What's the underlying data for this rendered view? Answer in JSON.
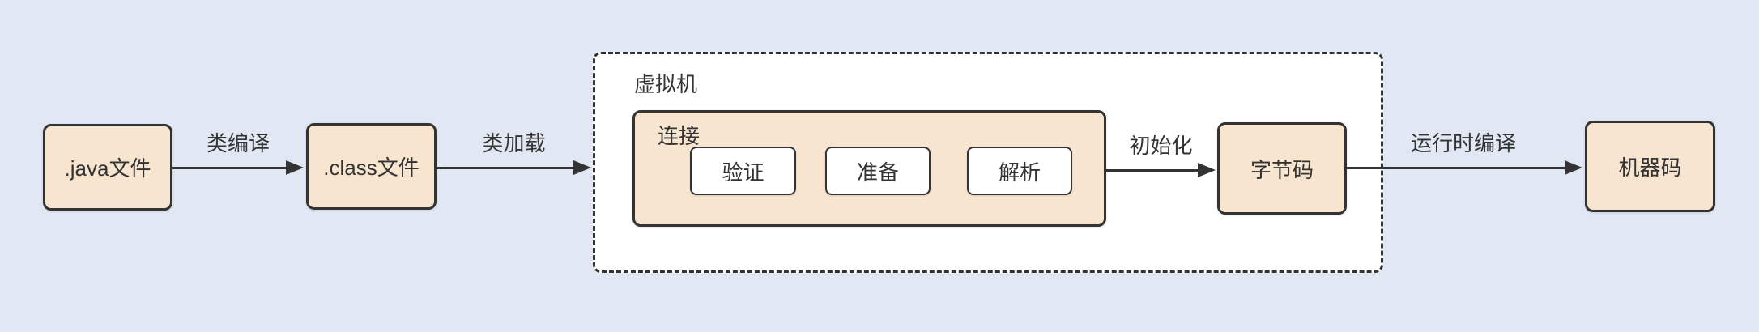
{
  "diagram": {
    "description": "Java class loading and compilation flow",
    "colors": {
      "background": "#e1e8f3",
      "node_fill": "#f7e5d0",
      "inner_node_fill": "#ffffff",
      "container_fill": "#ffffff",
      "stroke": "#333333",
      "text": "#333333"
    },
    "nodes": {
      "java_file": {
        "label": ".java文件"
      },
      "class_file": {
        "label": ".class文件"
      },
      "vm_container": {
        "label": "虚拟机"
      },
      "link_group": {
        "label": "连接"
      },
      "verify": {
        "label": "验证"
      },
      "prepare": {
        "label": "准备"
      },
      "resolve": {
        "label": "解析"
      },
      "bytecode": {
        "label": "字节码"
      },
      "machine_code": {
        "label": "机器码"
      }
    },
    "edges": {
      "class_compile": {
        "label": "类编译"
      },
      "class_load": {
        "label": "类加载"
      },
      "initialize": {
        "label": "初始化"
      },
      "runtime_compile": {
        "label": "运行时编译"
      }
    }
  }
}
